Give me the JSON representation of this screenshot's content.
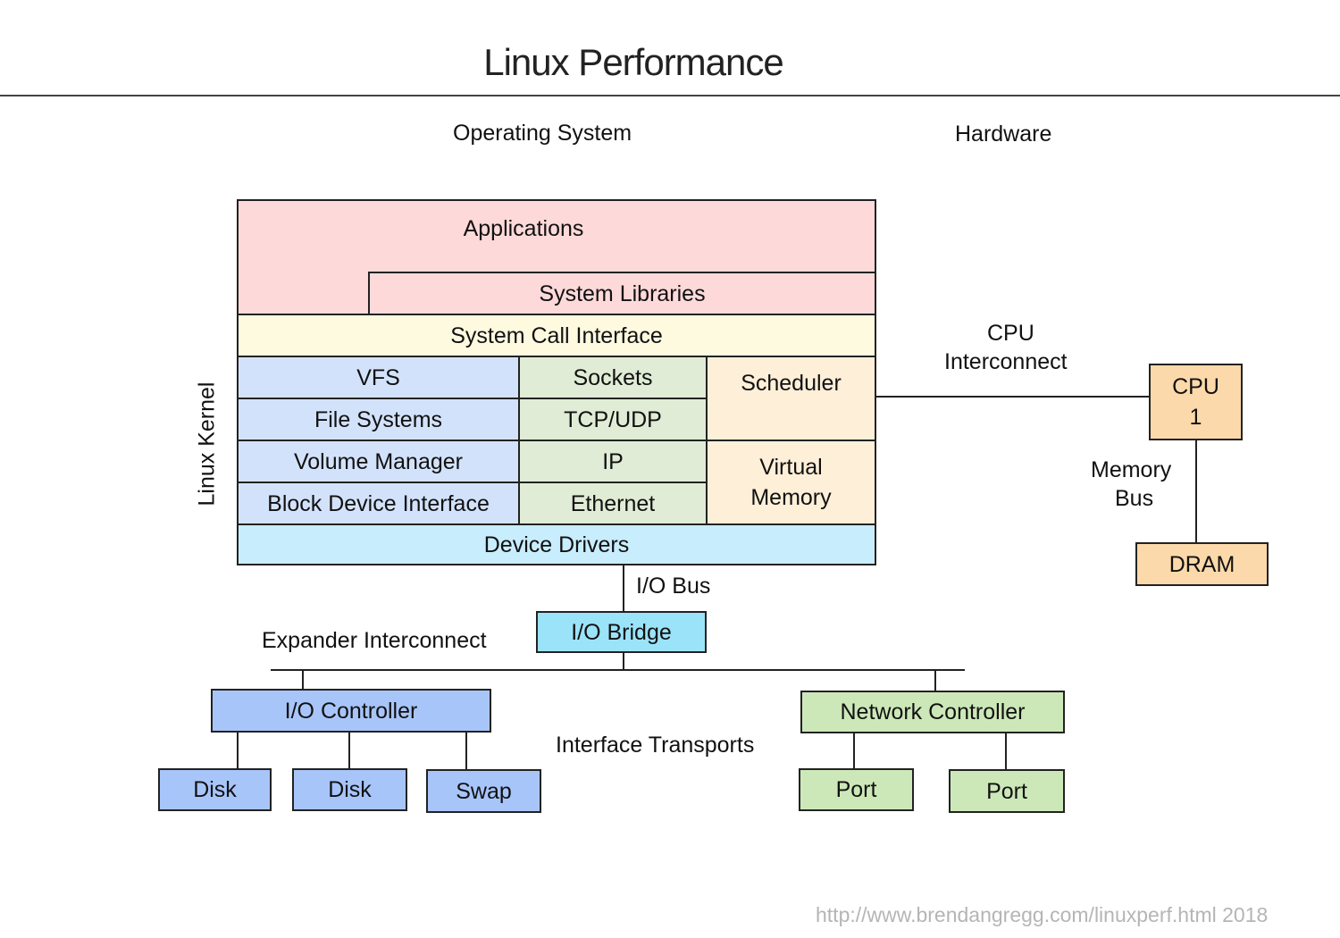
{
  "title": "Linux Performance",
  "sections": {
    "os": "Operating System",
    "hardware": "Hardware"
  },
  "side_label": "Linux Kernel",
  "colors": {
    "applications": "#fdd9d9",
    "syscall": "#fefae0",
    "fs_stack": "#d3e2fb",
    "net_stack": "#e0ecd5",
    "sched_vm": "#feefd8",
    "drivers": "#c8edfc",
    "cpu_dram": "#fcd9aa",
    "io_bridge": "#9be3f9",
    "io_ctrl": "#a8c5fa",
    "net_ctrl": "#cde8b8",
    "footer": "#b5b5b5"
  },
  "os_stack": {
    "applications": "Applications",
    "system_libraries": "System Libraries",
    "system_call_interface": "System Call Interface",
    "vfs": "VFS",
    "file_systems": "File Systems",
    "volume_manager": "Volume Manager",
    "block_device_interface": "Block Device Interface",
    "sockets": "Sockets",
    "tcp_udp": "TCP/UDP",
    "ip": "IP",
    "ethernet": "Ethernet",
    "scheduler": "Scheduler",
    "virtual_memory_line1": "Virtual",
    "virtual_memory_line2": "Memory",
    "device_drivers": "Device Drivers"
  },
  "hardware": {
    "cpu_line1": "CPU",
    "cpu_line2": "1",
    "dram": "DRAM",
    "io_bridge": "I/O Bridge",
    "io_controller": "I/O Controller",
    "disk1": "Disk",
    "disk2": "Disk",
    "swap": "Swap",
    "network_controller": "Network Controller",
    "port1": "Port",
    "port2": "Port"
  },
  "connection_labels": {
    "cpu_interconnect_line1": "CPU",
    "cpu_interconnect_line2": "Interconnect",
    "memory_bus_line1": "Memory",
    "memory_bus_line2": "Bus",
    "io_bus": "I/O Bus",
    "expander_interconnect": "Expander Interconnect",
    "interface_transports": "Interface Transports"
  },
  "footer": "http://www.brendangregg.com/linuxperf.html 2018"
}
